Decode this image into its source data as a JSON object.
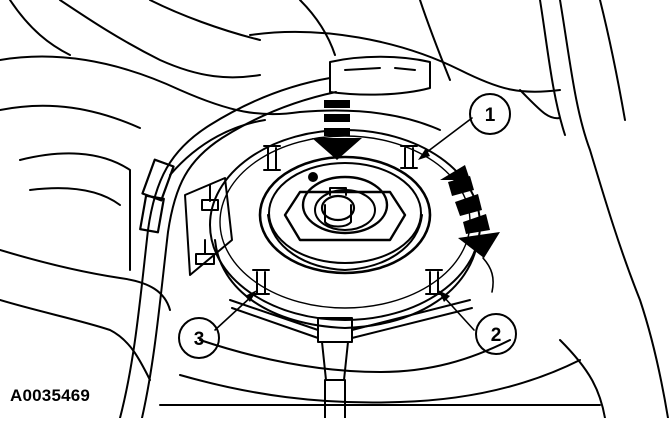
{
  "figure_id": "A0035469",
  "callouts": [
    {
      "number": "1"
    },
    {
      "number": "2"
    },
    {
      "number": "3"
    }
  ],
  "colors": {
    "ink": "#000000",
    "paper": "#ffffff"
  }
}
